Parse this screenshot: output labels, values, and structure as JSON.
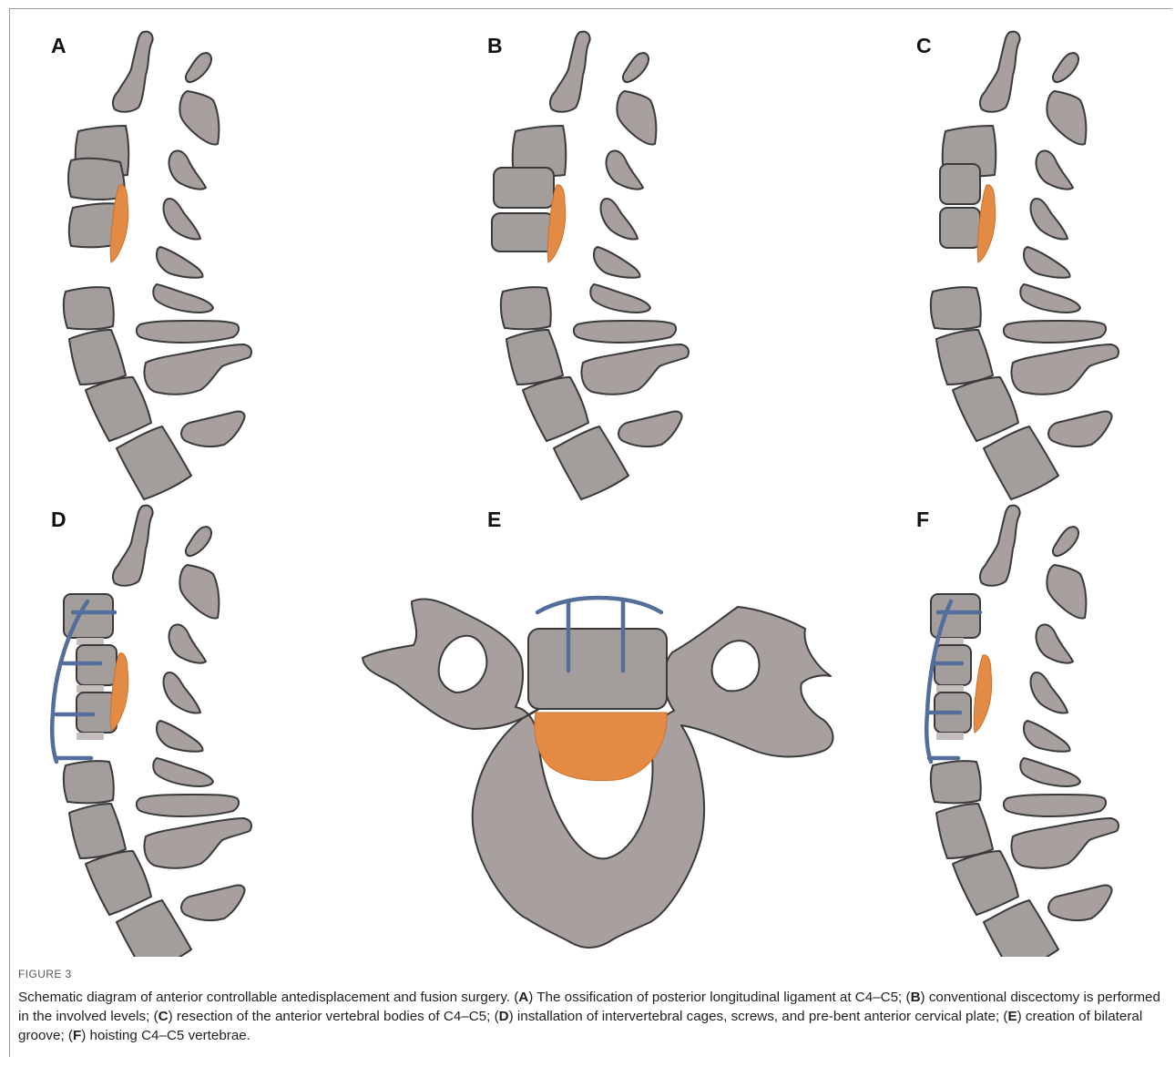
{
  "panels": [
    {
      "id": "A",
      "label": "A"
    },
    {
      "id": "B",
      "label": "B"
    },
    {
      "id": "C",
      "label": "C"
    },
    {
      "id": "D",
      "label": "D"
    },
    {
      "id": "E",
      "label": "E"
    },
    {
      "id": "F",
      "label": "F"
    }
  ],
  "colors": {
    "bone": "#a7a09e",
    "outline": "#3a3a3a",
    "ossification": "#e38a45",
    "implant": "#546e9c",
    "cage": "#c3bdbb"
  },
  "caption": {
    "figure_label": "FIGURE 3",
    "intro": "Schematic diagram of anterior controllable antedisplacement and fusion surgery. ",
    "items": [
      {
        "key": "A",
        "text": " The ossification of posterior longitudinal ligament at C4–C5; "
      },
      {
        "key": "B",
        "text": " conventional discectomy is performed in the involved levels; "
      },
      {
        "key": "C",
        "text": " resection of the anterior vertebral bodies of C4–C5; "
      },
      {
        "key": "D",
        "text": " installation of intervertebral cages, screws, and pre-bent anterior cervical plate; "
      },
      {
        "key": "E",
        "text": " creation of bilateral groove; "
      },
      {
        "key": "F",
        "text": " hoisting C4–C5 vertebrae."
      }
    ]
  }
}
